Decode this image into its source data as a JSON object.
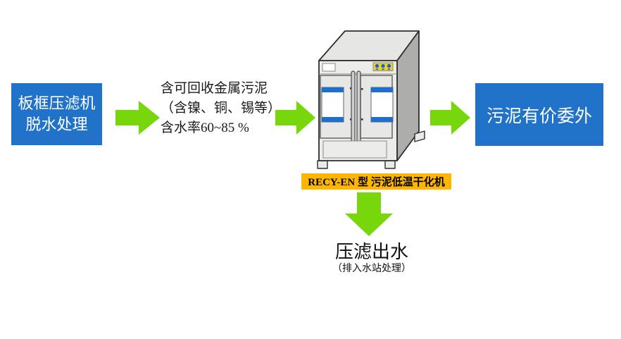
{
  "diagram": {
    "title_hint": "sludge low-temperature drying process flow",
    "colors": {
      "box_blue": "#2172C9",
      "arrow_green": "#78D70A",
      "label_orange": "#FFB600",
      "machine_front_gray": "#ececea",
      "machine_side_gray": "#adadab",
      "window_bar_blue": "#1e6ed0"
    },
    "left_box": {
      "line1": "板框压滤机",
      "line2": "脱水处理"
    },
    "input_note": {
      "line1": "含可回收金属污泥",
      "line2": "（含镍、铜、锡等）",
      "line3": "含水率60~85 %"
    },
    "machine": {
      "label": "RECY-EN 型 污泥低温干化机",
      "icon": "dryer-cabinet-illustration"
    },
    "right_box": {
      "label": "污泥有价委外"
    },
    "outflow": {
      "title": "压滤出水",
      "subtitle": "（排入水站处理）"
    }
  }
}
